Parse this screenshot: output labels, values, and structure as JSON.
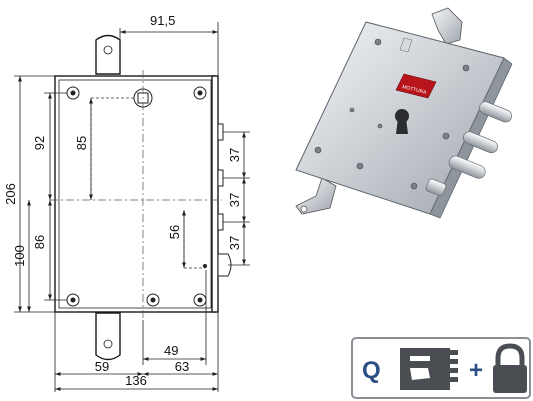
{
  "drawing": {
    "dimensions": {
      "top_width": "91,5",
      "total_height": "206",
      "upper_hole_span": "92",
      "spindle_to_cylinder": "85",
      "lower_span_100": "100",
      "lower_span_86": "86",
      "bolt_pitch_1": "37",
      "bolt_pitch_2": "37",
      "bolt_pitch_3": "37",
      "cylinder_to_latch": "56",
      "backset_49": "49",
      "bottom_59": "59",
      "bottom_63": "63",
      "total_width": "136"
    }
  },
  "product_photo": {
    "plate_label": "MOTTURA"
  },
  "badge": {
    "letter": "Q",
    "plus": "+",
    "colors": {
      "border": "#8a8f96",
      "letter": "#2c4f86",
      "icon": "#4a4d52"
    }
  }
}
